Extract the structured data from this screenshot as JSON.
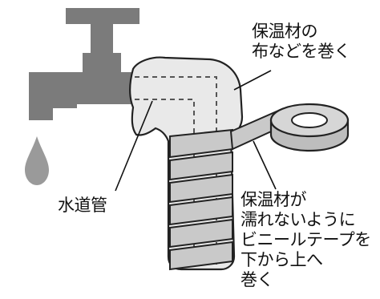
{
  "labels": {
    "cloth_wrap": [
      "保温材の",
      "布などを巻く"
    ],
    "water_pipe": "水道管",
    "tape_wrap": [
      "保温材が",
      "濡れないように",
      "ビニールテープを",
      "下から上へ",
      "巻く"
    ]
  },
  "colors": {
    "faucet": "#7b7b7b",
    "droplet": "#9a9a9a",
    "insulation": "#e9e9e9",
    "tape": "#c9c9c9",
    "outline": "#222222"
  }
}
